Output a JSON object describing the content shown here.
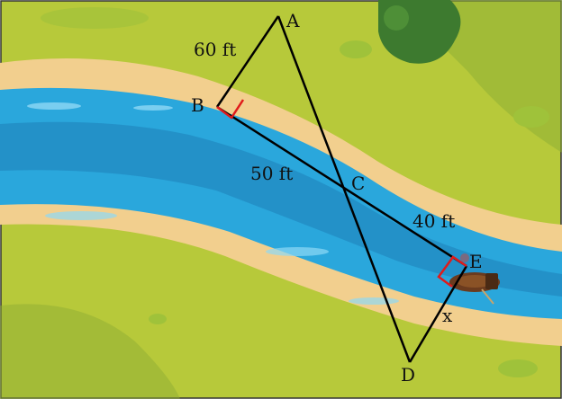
{
  "points": {
    "A": "A",
    "B": "B",
    "C": "C",
    "D": "D",
    "E": "E"
  },
  "measurements": {
    "AB": "60 ft",
    "BC": "50 ft",
    "CE": "40 ft",
    "ED": "x"
  },
  "colors": {
    "grass": "#b7c93a",
    "grass_dark": "#8fae34",
    "sand": "#f2cf8e",
    "water": "#2aa7dc",
    "water_dark": "#1d7fb8",
    "tree": "#3d7a2f",
    "line": "#000000",
    "right_angle": "#e01b1b"
  }
}
